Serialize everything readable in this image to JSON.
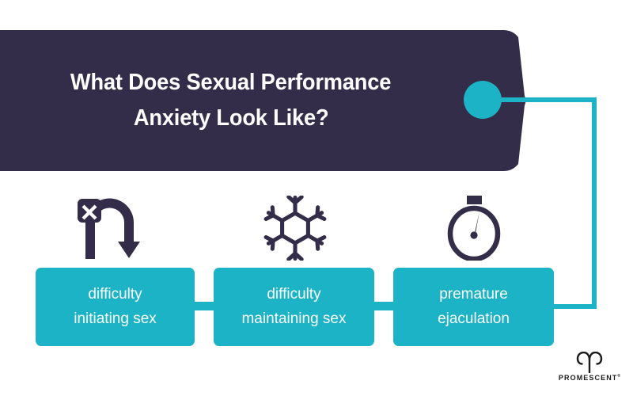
{
  "colors": {
    "banner_dark": "#332d49",
    "teal": "#1bb3c5",
    "icon_dark": "#332d49",
    "background": "#ffffff",
    "title_text": "#ffffff",
    "box_text": "#ffffff",
    "logo_black": "#1b1b1b"
  },
  "header": {
    "title_line_1": "What Does Sexual Performance",
    "title_line_2": "Anxiety Look Like?",
    "node_icon": "teal-circle-node"
  },
  "icons": [
    {
      "name": "u-turn-arrow-blocked-icon",
      "label": "no u-turn / blocked start"
    },
    {
      "name": "snowflake-icon",
      "label": "snowflake"
    },
    {
      "name": "stopwatch-icon",
      "label": "stopwatch"
    }
  ],
  "flow": {
    "items": [
      {
        "line_1": "difficulty",
        "line_2": "initiating sex"
      },
      {
        "line_1": "difficulty",
        "line_2": "maintaining sex"
      },
      {
        "line_1": "premature",
        "line_2": "ejaculation"
      }
    ]
  },
  "brand": {
    "mark_icon": "aries-ram-logo-icon",
    "wordmark": "PROMESCENT",
    "trademark": "®"
  }
}
